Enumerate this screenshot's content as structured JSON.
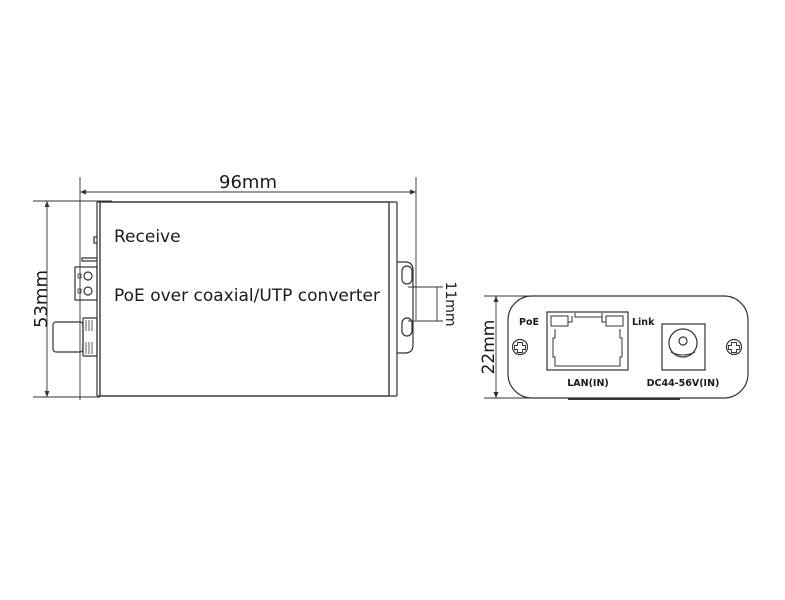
{
  "diagram": {
    "title": "PoE over coaxial/UTP converter dimensions",
    "side_view": {
      "mode_label": "Receive",
      "product_label": "PoE over coaxial/UTP converter",
      "dimensions": {
        "width": "96mm",
        "height": "53mm",
        "hole_spacing": "11mm"
      }
    },
    "front_view": {
      "dimensions": {
        "height": "22mm"
      },
      "led_poe": "PoE",
      "led_link": "Link",
      "port_lan": "LAN(IN)",
      "port_dc": "DC44-56V(IN)"
    }
  },
  "colors": {
    "stroke": "#333333",
    "text": "#1a1a1a",
    "background": "#ffffff"
  }
}
